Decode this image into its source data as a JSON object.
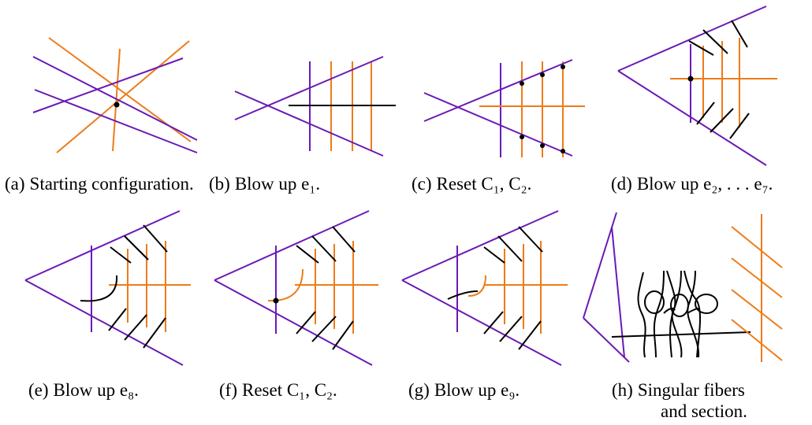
{
  "colors": {
    "purple": "#6a1ab5",
    "orange": "#ef7b18",
    "black": "#000000",
    "background": "#ffffff"
  },
  "panels": [
    {
      "index": "(a)",
      "caption": "Starting configuration."
    },
    {
      "index": "(b)",
      "caption": "Blow up e₁."
    },
    {
      "index": "(c)",
      "caption": "Reset C₁, C₂."
    },
    {
      "index": "(d)",
      "caption": "Blow up e₂, . . . e₇."
    },
    {
      "index": "(e)",
      "caption": "Blow up e₈."
    },
    {
      "index": "(f)",
      "caption": "Reset C₁, C₂."
    },
    {
      "index": "(g)",
      "caption": "Blow up e₉."
    },
    {
      "index": "(h)",
      "caption": "Singular fibers",
      "caption_line2": "and section."
    }
  ]
}
